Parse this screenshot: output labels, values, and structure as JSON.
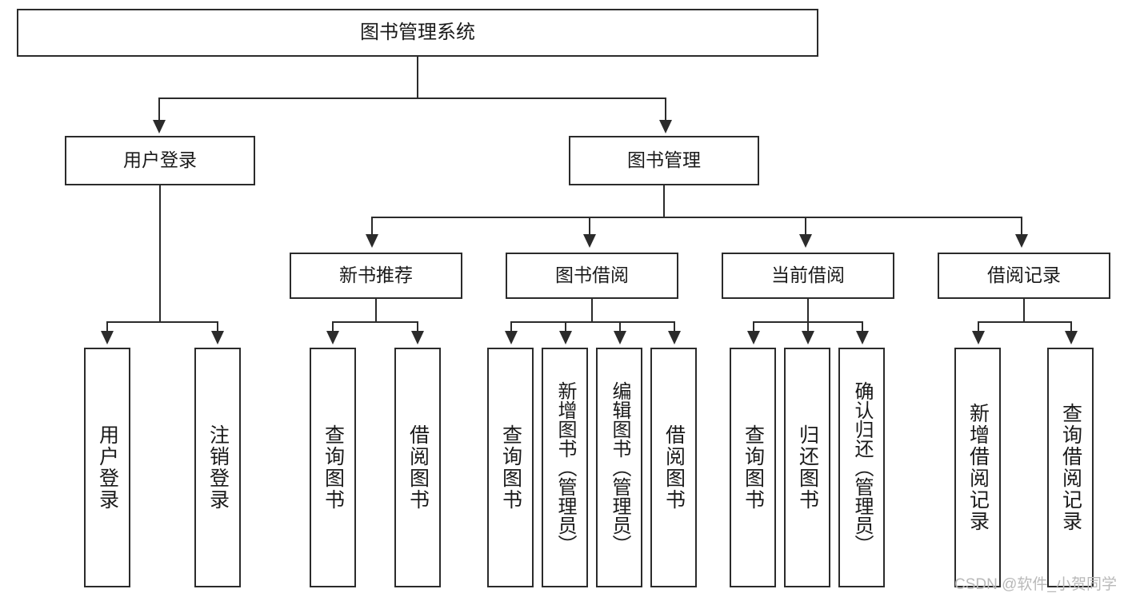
{
  "diagram": {
    "type": "tree-hierarchy-chart",
    "title": "图书管理系统",
    "root": {
      "id": "root",
      "label": "图书管理系统"
    },
    "level1": [
      {
        "id": "user-login",
        "label": "用户登录"
      },
      {
        "id": "book-management",
        "label": "图书管理"
      }
    ],
    "level2": [
      {
        "id": "new-book-recommend",
        "label": "新书推荐",
        "parent": "book-management"
      },
      {
        "id": "book-borrow",
        "label": "图书借阅",
        "parent": "book-management"
      },
      {
        "id": "current-borrow",
        "label": "当前借阅",
        "parent": "book-management"
      },
      {
        "id": "borrow-record",
        "label": "借阅记录",
        "parent": "book-management"
      }
    ],
    "leaves": [
      {
        "id": "leaf-user-login",
        "label": "用户登录",
        "parent": "user-login"
      },
      {
        "id": "leaf-logout-login",
        "label": "注销登录",
        "parent": "user-login"
      },
      {
        "id": "leaf-query-book-1",
        "label": "查询图书",
        "parent": "new-book-recommend"
      },
      {
        "id": "leaf-borrow-book-1",
        "label": "借阅图书",
        "parent": "new-book-recommend"
      },
      {
        "id": "leaf-query-book-2",
        "label": "查询图书",
        "parent": "book-borrow"
      },
      {
        "id": "leaf-add-book",
        "label": "新增图书（管理员）",
        "parent": "book-borrow"
      },
      {
        "id": "leaf-edit-book",
        "label": "编辑图书（管理员）",
        "parent": "book-borrow"
      },
      {
        "id": "leaf-borrow-book-2",
        "label": "借阅图书",
        "parent": "book-borrow"
      },
      {
        "id": "leaf-query-book-3",
        "label": "查询图书",
        "parent": "current-borrow"
      },
      {
        "id": "leaf-return-book",
        "label": "归还图书",
        "parent": "current-borrow"
      },
      {
        "id": "leaf-confirm-return",
        "label": "确认归还（管理员）",
        "parent": "current-borrow"
      },
      {
        "id": "leaf-add-record",
        "label": "新增借阅记录",
        "parent": "borrow-record"
      },
      {
        "id": "leaf-query-record",
        "label": "查询借阅记录",
        "parent": "borrow-record"
      }
    ],
    "colors": {
      "stroke": "#2b2b2b",
      "fill": "#ffffff",
      "text": "#1a1a1a",
      "watermark": "#b9b9b9"
    }
  },
  "watermark": {
    "text": "CSDN @软件_小贺同学"
  }
}
